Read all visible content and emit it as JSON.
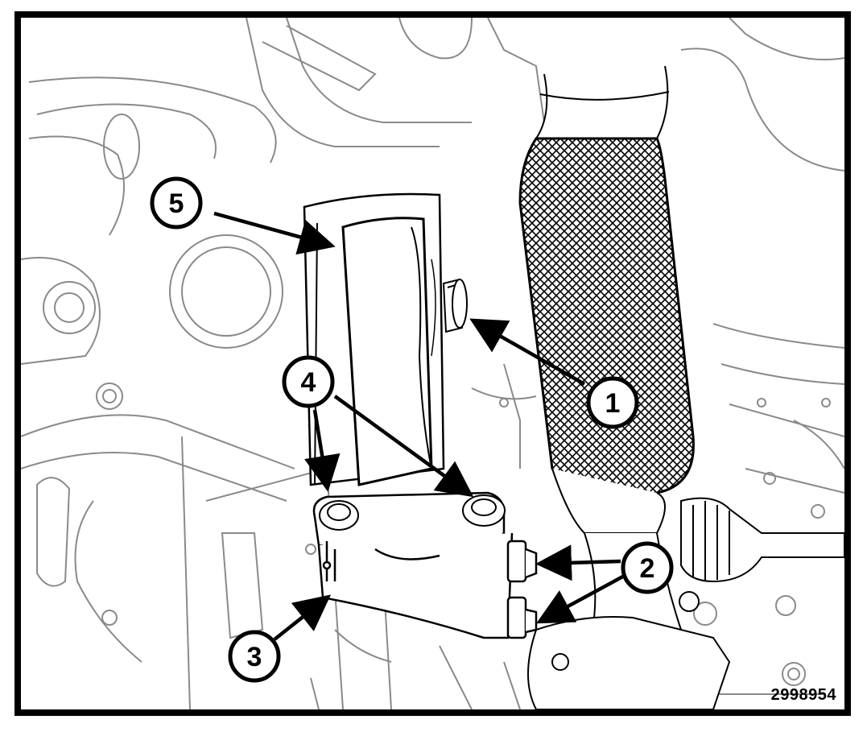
{
  "figure_reference": "2998954",
  "callouts": [
    {
      "id": "1",
      "label": "1"
    },
    {
      "id": "2",
      "label": "2"
    },
    {
      "id": "3",
      "label": "3"
    },
    {
      "id": "4",
      "label": "4"
    },
    {
      "id": "5",
      "label": "5"
    }
  ],
  "colors": {
    "line": "#000000",
    "background": "#ffffff",
    "faint_line": "#8a8a8a"
  }
}
